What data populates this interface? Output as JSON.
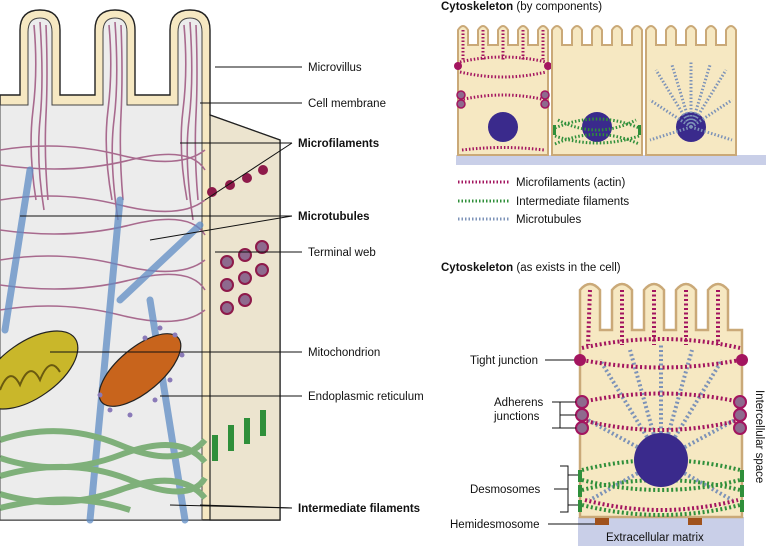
{
  "left_labels": {
    "microvillus": "Microvillus",
    "cell_membrane": "Cell membrane",
    "microfilaments": "Microfilaments",
    "microtubules": "Microtubules",
    "terminal_web": "Terminal web",
    "mitochondrion": "Mitochondrion",
    "er": "Endoplasmic reticulum",
    "intermediate_filaments": "Intermediate filaments"
  },
  "top_right": {
    "title_bold": "Cytoskeleton",
    "title_rest": " (by components)",
    "legend": [
      {
        "label": "Microfilaments (actin)",
        "color": "#a3155f"
      },
      {
        "label": "Intermediate filaments",
        "color": "#2f8f3a"
      },
      {
        "label": "Microtubules",
        "color": "#7d93b8"
      }
    ]
  },
  "bottom_right": {
    "title_bold": "Cytoskeleton",
    "title_rest": " (as exists in the cell)",
    "tight_junction": "Tight junction",
    "adherens_1": "Adherens",
    "adherens_2": "junctions",
    "desmosomes": "Desmosomes",
    "hemidesmosome": "Hemidesmosome",
    "extracellular_matrix": "Extracellular matrix",
    "intercellular_space": "Intercellular space"
  },
  "colors": {
    "cell_fill": "#f6e8c2",
    "membrane": "#caa978",
    "actin": "#a3155f",
    "intermediate": "#2f8f3a",
    "microtubule": "#7d93b8",
    "nucleus": "#3a2a8c",
    "ecm": "#c9cfe8"
  }
}
